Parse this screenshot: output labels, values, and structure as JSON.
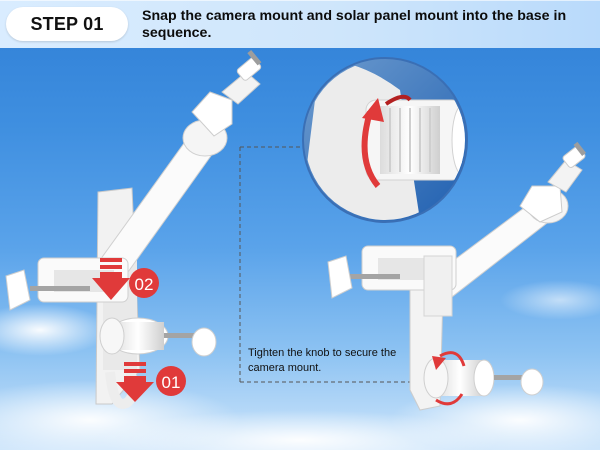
{
  "header": {
    "step_label": "STEP 01",
    "title": "Snap the camera mount and solar panel mount into the base in sequence."
  },
  "callout": {
    "caption": "Tighten the knob to secure the camera mount."
  },
  "badges": {
    "first": "01",
    "second": "02"
  },
  "colors": {
    "accent": "#e03a3a",
    "part": "#f4f4f4",
    "header": "#cfe6fb"
  },
  "icons": {
    "arrow": "arrow-down-icon",
    "rotate": "rotate-icon"
  }
}
